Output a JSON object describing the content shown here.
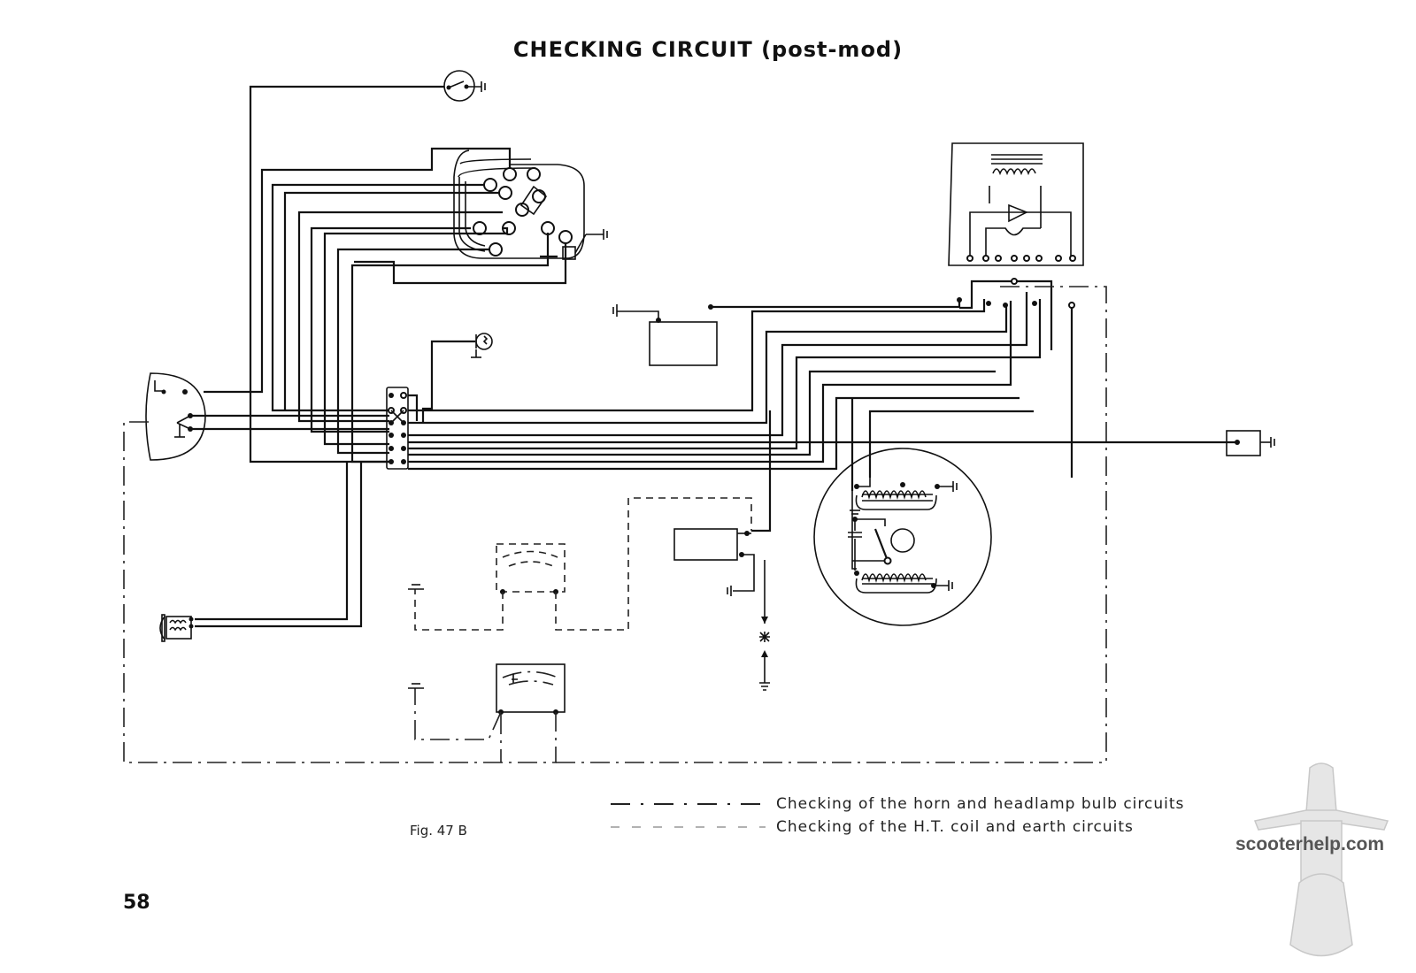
{
  "page": {
    "title": "CHECKING CIRCUIT (post-mod)",
    "figure_label": "Fig. 47 B",
    "page_number": "58"
  },
  "legend": {
    "items": [
      {
        "line_style": "dash-dot",
        "label": "Checking of the horn and headlamp bulb circuits"
      },
      {
        "line_style": "dashed",
        "label": "Checking of the H.T. coil and earth circuits"
      }
    ]
  },
  "watermark": {
    "text": "scooterhelp.com",
    "icon": "scooter-top-view-icon"
  },
  "diagram": {
    "components": [
      "horn-push-switch",
      "handlebar-switch",
      "headlamp-socket",
      "junction-box",
      "stop-lamp-switch",
      "battery",
      "voltage-regulator",
      "tail-lamp",
      "flywheel-magneto",
      "ht-coil",
      "spark-plug",
      "test-lamp",
      "voltmeter",
      "horn"
    ]
  }
}
